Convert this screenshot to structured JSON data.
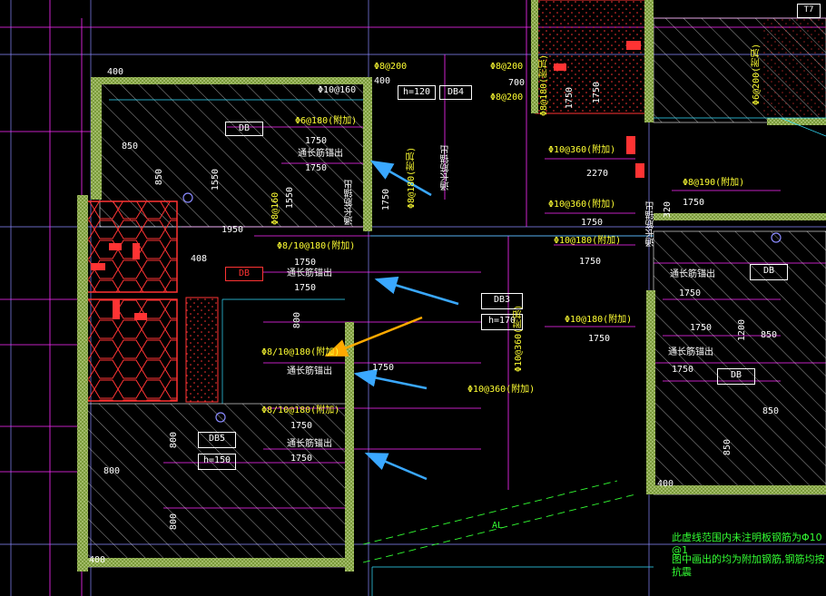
{
  "drawing": {
    "corner_tag": "T7",
    "colors": {
      "background": "#000000",
      "rebar": "#ff2bff",
      "hatch": "#ffffff",
      "wall": "#c8e68a",
      "axis": "#8a8aff",
      "hole": "#ff3333",
      "note": "#33ff33",
      "arrow": "#3aa8ff",
      "arrow_highlight": "#ffaa00",
      "text_yellow": "#ffff33"
    },
    "slab_tags": [
      {
        "id": "db-top",
        "text": "DB"
      },
      {
        "id": "db-red",
        "text": "DB"
      },
      {
        "id": "db4",
        "text": "DB4"
      },
      {
        "id": "h120",
        "text": "h=120"
      },
      {
        "id": "db3",
        "text": "DB3"
      },
      {
        "id": "h170",
        "text": "h=170"
      },
      {
        "id": "db5",
        "text": "DB5"
      },
      {
        "id": "h150",
        "text": "h=150"
      },
      {
        "id": "db-right",
        "text": "DB"
      },
      {
        "id": "db-right2",
        "text": "DB"
      }
    ],
    "rebar_labels": [
      "Φ8@200",
      "Φ8@200",
      "Φ10@160",
      "Φ8@200",
      "Φ8@180(附加)",
      "Φ6@180(附加)",
      "Φ10@360(附加)",
      "Φ8@190(附加)",
      "Φ10@360(附加)",
      "Φ10@180(附加)",
      "Φ8/10@180(附加)",
      "Φ10@180(附加)",
      "Φ8/10@180(附加)",
      "Φ10@360(附加)",
      "Φ8/10@180(附加)",
      "Φ8@160",
      "Φ8@180(附加)",
      "Φ10@360(附加)",
      "Φ6@200(附加)"
    ],
    "dimensions": [
      "400",
      "400",
      "850",
      "850",
      "1750",
      "1750",
      "1750",
      "1550",
      "1550",
      "1750",
      "1950",
      "408",
      "1750",
      "1750",
      "800",
      "1750",
      "1750",
      "1750",
      "800",
      "800",
      "800",
      "400",
      "700",
      "1750",
      "2270",
      "1750",
      "1750",
      "1750",
      "1750",
      "1750",
      "320",
      "850",
      "1200",
      "850",
      "850",
      "400",
      "1750",
      "1750"
    ],
    "ends_labels": [
      "通长筋锚出",
      "通长筋锚出",
      "通长筋锚出",
      "通长筋锚出",
      "通长筋锚出",
      "通长筋锚出",
      "通长筋锚出",
      "通长筋锚出",
      "通长筋锚出"
    ],
    "axis_label": "AL",
    "note_lines": [
      "此虚线范围内未注明板钢筋为Φ10 @1",
      "图中画出的均为附加钢筋,钢筋均按抗震"
    ]
  }
}
